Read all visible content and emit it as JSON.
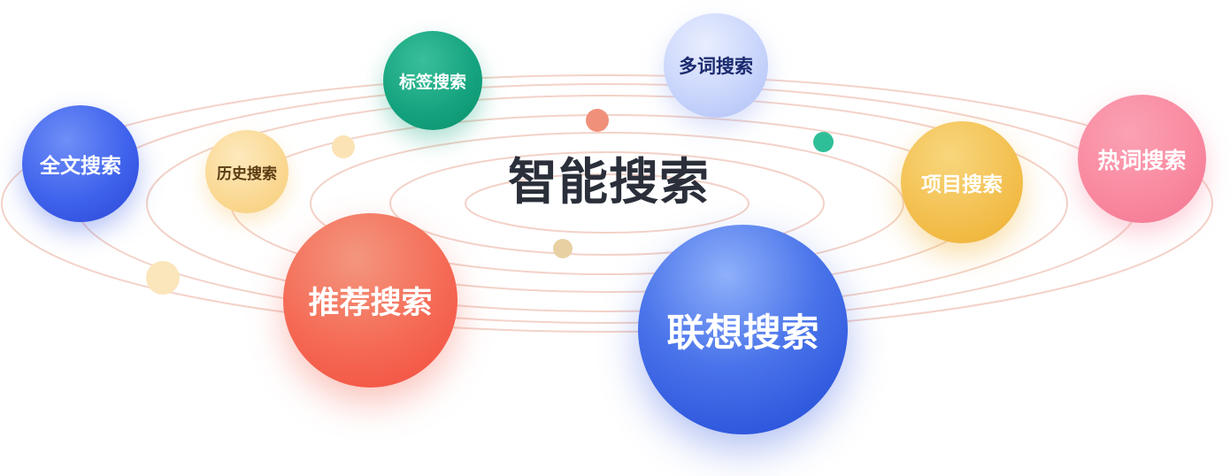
{
  "center": {
    "title": "智能搜索"
  },
  "planets": {
    "fulltext": {
      "label": "全文搜索",
      "color": "#3f63ec"
    },
    "history": {
      "label": "历史搜索",
      "color": "#fad892"
    },
    "tag": {
      "label": "标签搜索",
      "color": "#13a27d"
    },
    "multi_word": {
      "label": "多词搜索",
      "color": "#c9d5fb"
    },
    "recommend": {
      "label": "推荐搜索",
      "color": "#f56a55"
    },
    "project": {
      "label": "项目搜索",
      "color": "#f3c152"
    },
    "hot_word": {
      "label": "热词搜索",
      "color": "#f98aa0"
    },
    "association": {
      "label": "联想搜索",
      "color": "#4a74ea"
    }
  },
  "orbit_color": "#f3d2c8"
}
